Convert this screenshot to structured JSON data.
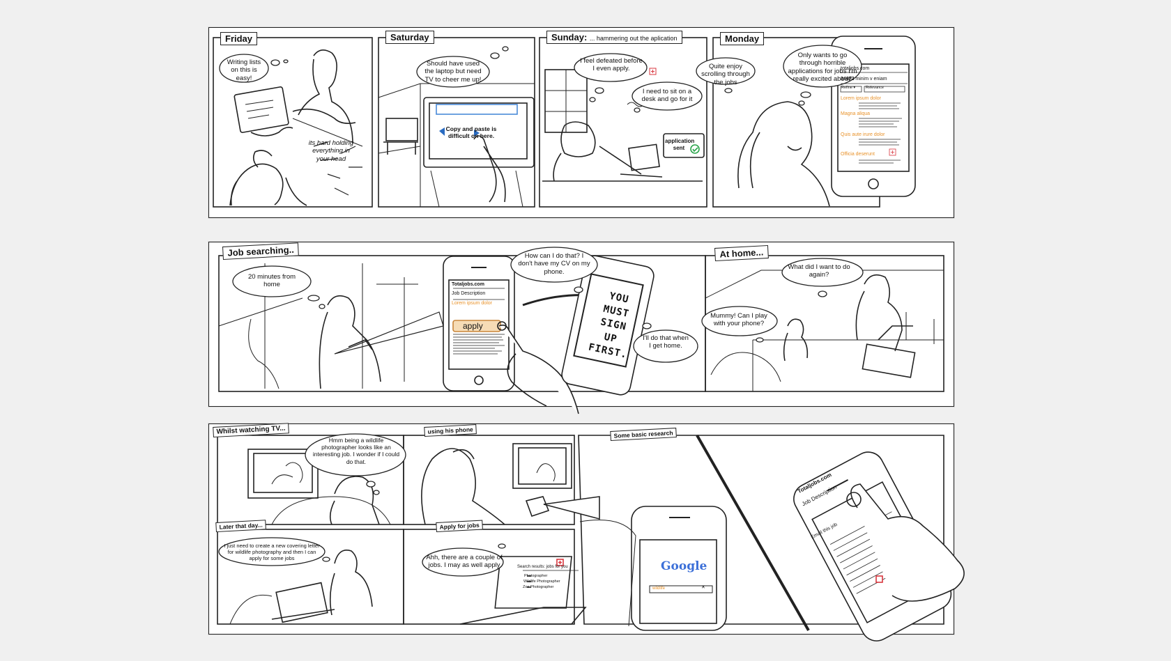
{
  "strips": [
    {
      "panels": [
        {
          "label": "Friday",
          "bubbles": [
            "Writing lists on this is easy!",
            "its hard holding everything in your head"
          ]
        },
        {
          "label": "Saturday",
          "bubbles": [
            "Should have used the laptop but need TV to cheer me up!",
            "Copy and paste is difficult on here."
          ]
        },
        {
          "label": "Sunday:",
          "label_note": "... hammering out the aplication",
          "bubbles": [
            "I feel defeated before I even apply.",
            "I need to sit on a desk and go for it"
          ],
          "note": "application sent"
        },
        {
          "label": "Monday",
          "bubbles": [
            "Quite enjoy scrolling through the jobs",
            "Only wants to go through horrible applications for jobs I'm really excited about!"
          ],
          "phone": {
            "site": "totaljobs.com",
            "count": "34672",
            "count_label": "minim v eniam",
            "chips": [
              "Refine ▾",
              "Relevance"
            ],
            "items": [
              "Lorem ipsum dolor",
              "Magna aliqua",
              "Quis aute irure dolor",
              "Officia deserunt"
            ]
          }
        }
      ]
    },
    {
      "panels": [
        {
          "label": "Job searching..",
          "bubbles": [
            "20 minutes from home",
            "How can I do that? I don't have my CV on my phone.",
            "I'll do that when I get home."
          ],
          "phone": {
            "site": "Totaljobs.com",
            "title": "Job Description",
            "heading": "Lorem ipsum dolor",
            "button": "apply"
          },
          "sign": "YOU MUST SIGN UP FIRST."
        },
        {
          "label": "At home...",
          "bubbles": [
            "What did I want to do again?",
            "Mummy! Can I play with your phone?"
          ]
        }
      ]
    },
    {
      "panels": [
        {
          "label": "Whilst watching TV...",
          "bubbles": [
            "Hmm being a wildlife photographer looks like an interesting job. I wonder if I could do that."
          ]
        },
        {
          "label": "using his phone",
          "bubbles": []
        },
        {
          "label": "Some basic research",
          "bubbles": [],
          "google": "Google",
          "search_value": "wildlife"
        },
        {
          "label": "Later that day...",
          "bubbles": [
            "I just need to create a new covering letter for wildlife photography and then I can apply for some jobs"
          ]
        },
        {
          "label": "Apply for jobs",
          "bubbles": [
            "Ahh, there are a couple of jobs. I may as well apply"
          ],
          "laptop": {
            "header": "Search results: jobs for you",
            "items": [
              "Photographer",
              "Wildlife Photographer",
              "Zoo Photographer"
            ]
          }
        },
        {
          "label": "",
          "phone": {
            "site": "Totaljobs.com",
            "title": "Job Description",
            "sub": "Email this job"
          }
        }
      ]
    }
  ],
  "colors": {
    "ink": "#111111",
    "accent": "#e8922a",
    "green": "#2aa44b",
    "red": "#d9363e"
  }
}
